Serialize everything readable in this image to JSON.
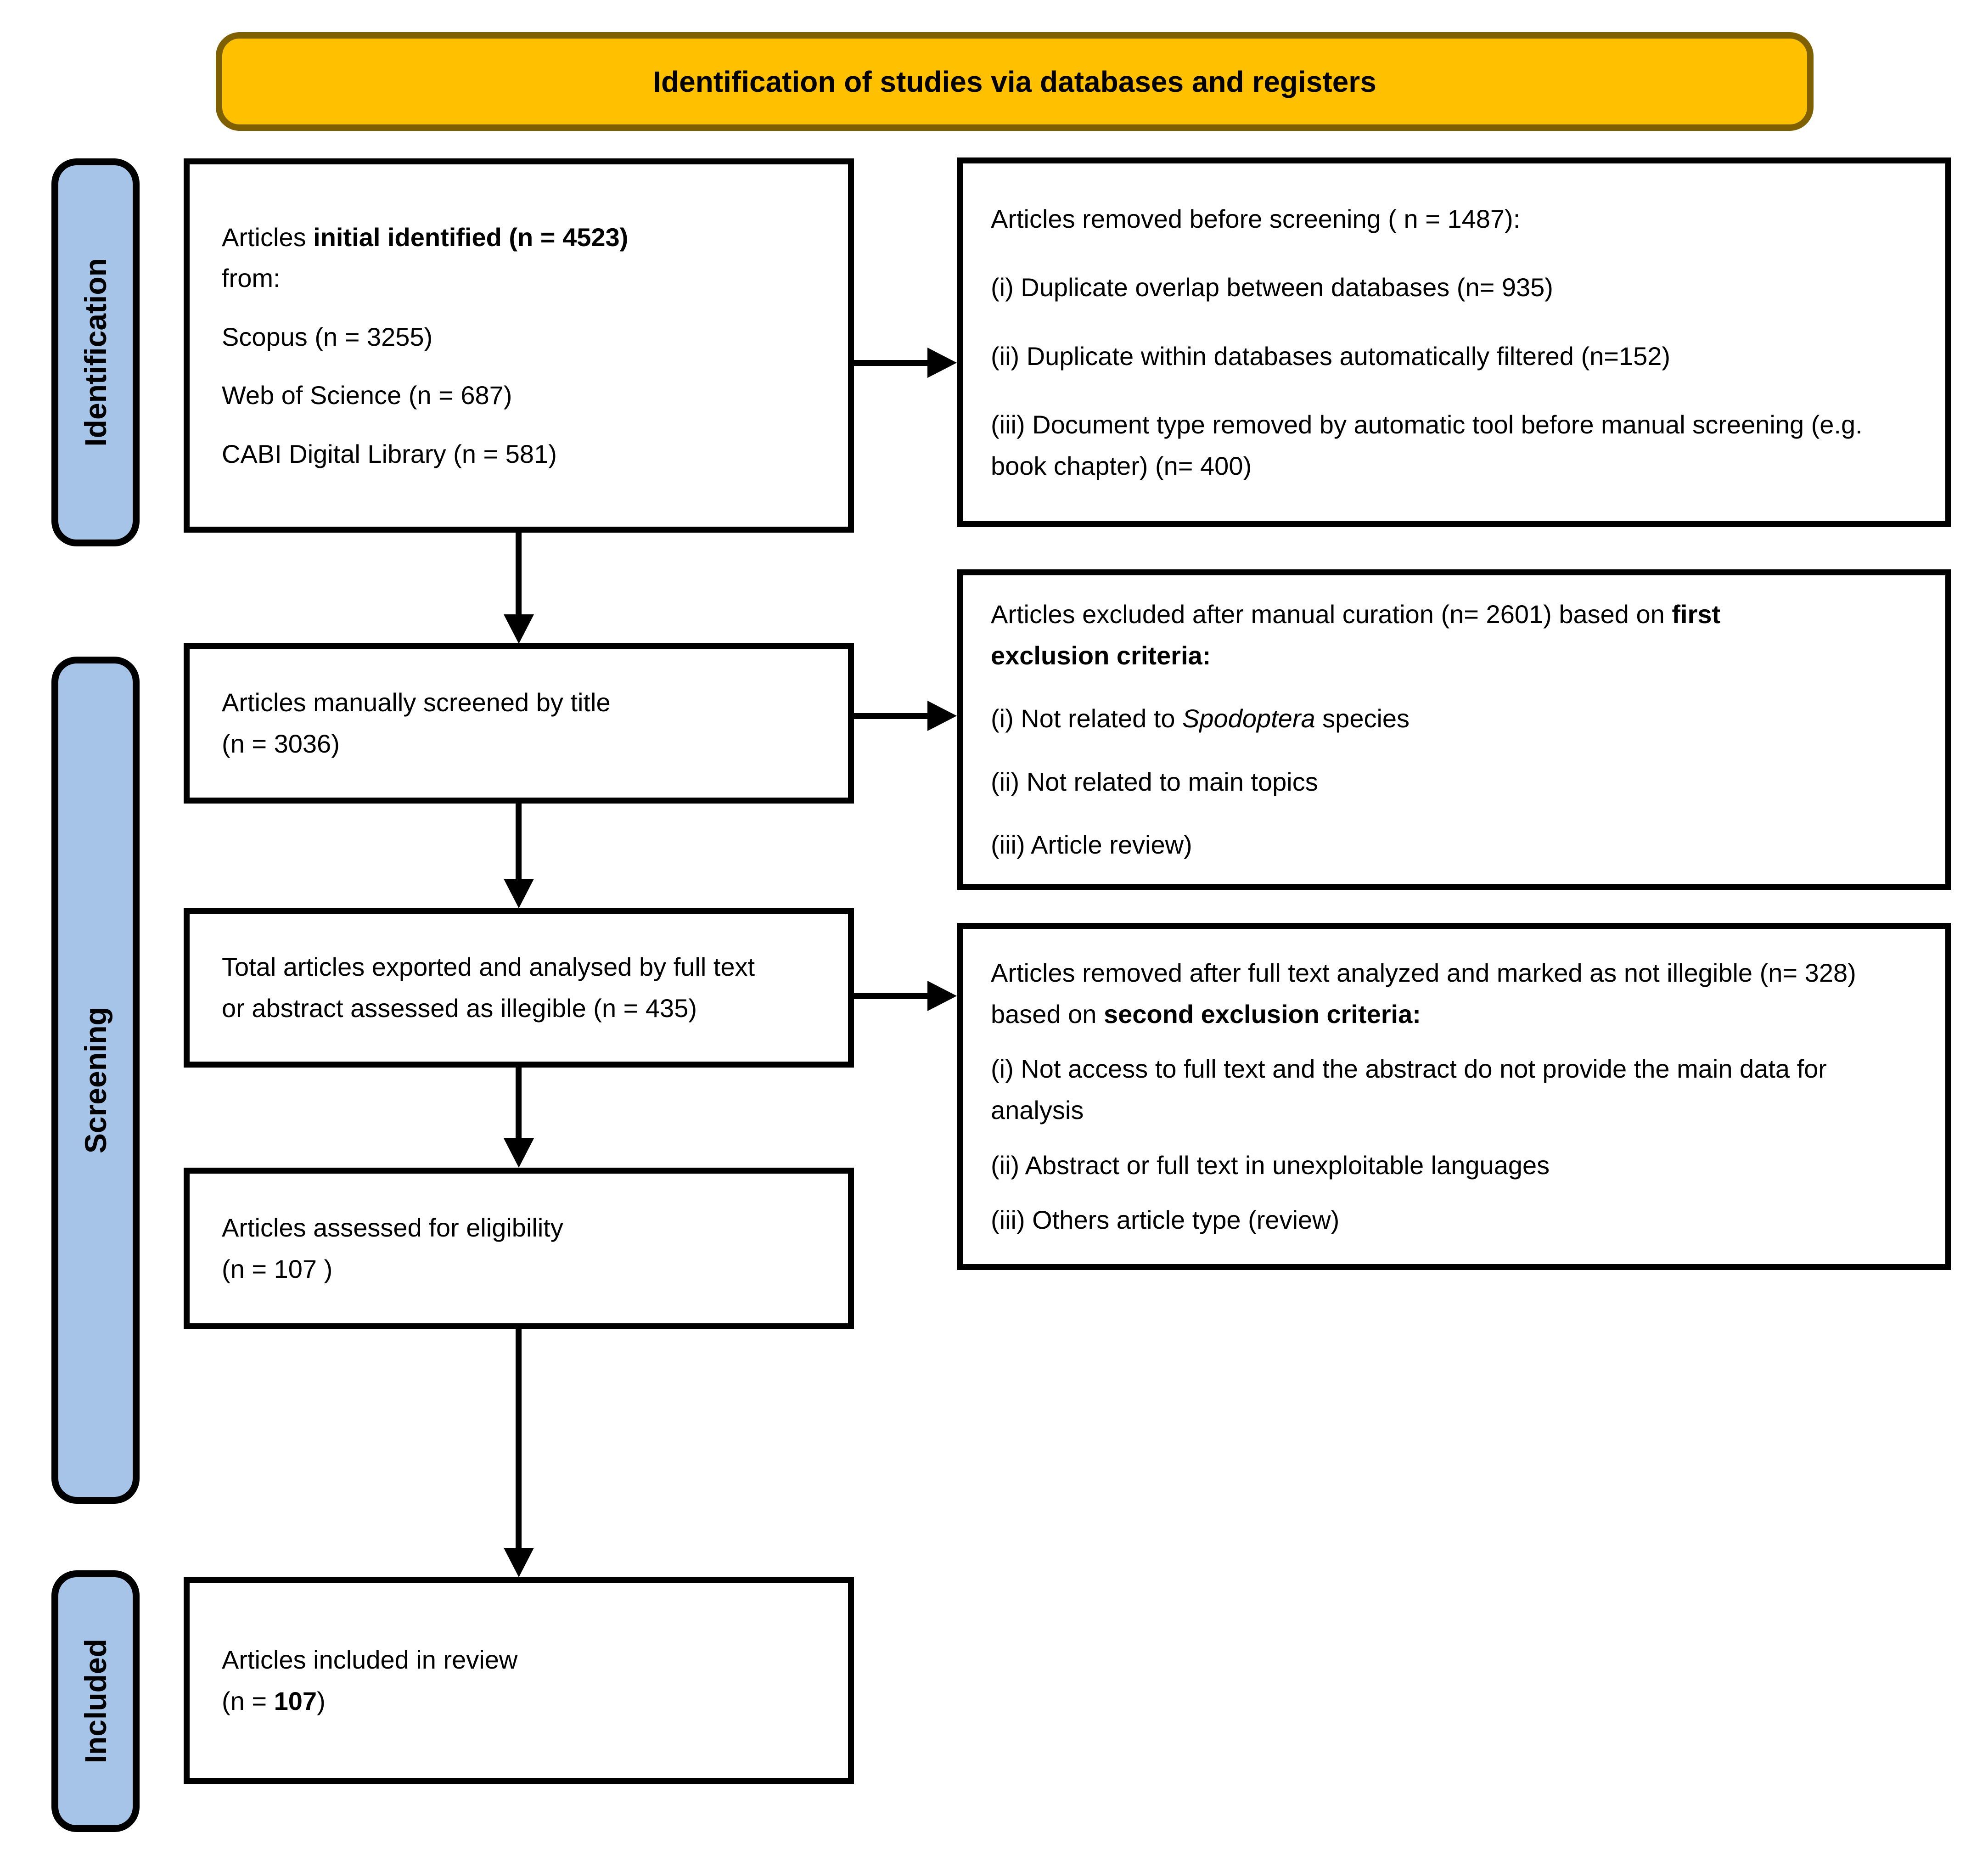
{
  "title": {
    "text": "Identification of studies via databases and registers"
  },
  "stages": {
    "identification": "Identification",
    "screening": "Screening",
    "included": "Included"
  },
  "flow": {
    "identified": {
      "intro_normal": "Articles ",
      "intro_bold": "initial identified (n = 4523)",
      "intro_tail": "from:",
      "sources": [
        "Scopus (n = 3255)",
        "Web of Science (n = 687)",
        "CABI Digital Library (n = 581)"
      ]
    },
    "screened": {
      "line1": "Articles manually screened by title",
      "line2": "(n = 3036)"
    },
    "fulltext": {
      "text": "Total articles exported and analysed by full text or abstract assessed as illegible (n = 435)"
    },
    "eligibility": {
      "line1": "Articles assessed for eligibility",
      "line2": "(n = 107 )"
    },
    "included": {
      "line1": "Articles included in review",
      "line2_prefix": "(n = ",
      "line2_bold": "107",
      "line2_suffix": ")"
    }
  },
  "exclusions": {
    "before_screening": {
      "header": "Articles removed before screening ( n = 1487):",
      "items": [
        "(i) Duplicate overlap between databases (n= 935)",
        "(ii) Duplicate within databases automatically filtered (n=152)",
        "(iii) Document type removed by automatic tool before manual screening (e.g. book chapter) (n= 400)"
      ]
    },
    "first_criteria": {
      "header_normal": "Articles excluded after manual curation (n= 2601)  based on ",
      "header_bold": "first exclusion criteria:",
      "item1_prefix": "(i) Not related to ",
      "item1_italic": "Spodoptera",
      "item1_suffix": " species",
      "item2": "(ii) Not related to main topics",
      "item3": "(iii) Article review)"
    },
    "second_criteria": {
      "header_normal": "Articles removed after full text analyzed and marked as not illegible (n= 328) based on ",
      "header_bold": "second exclusion criteria:",
      "items": [
        "(i) Not access to full text and the abstract do not provide the main data for analysis",
        "(ii) Abstract or full text in unexploitable languages",
        "(iii) Others article type (review)"
      ]
    }
  },
  "colors": {
    "banner_fill": "#FFC000",
    "banner_border": "#7F6000",
    "stage_fill": "#A6C4E8",
    "stage_border": "#000000",
    "box_border": "#000000",
    "background": "#FFFFFF"
  }
}
